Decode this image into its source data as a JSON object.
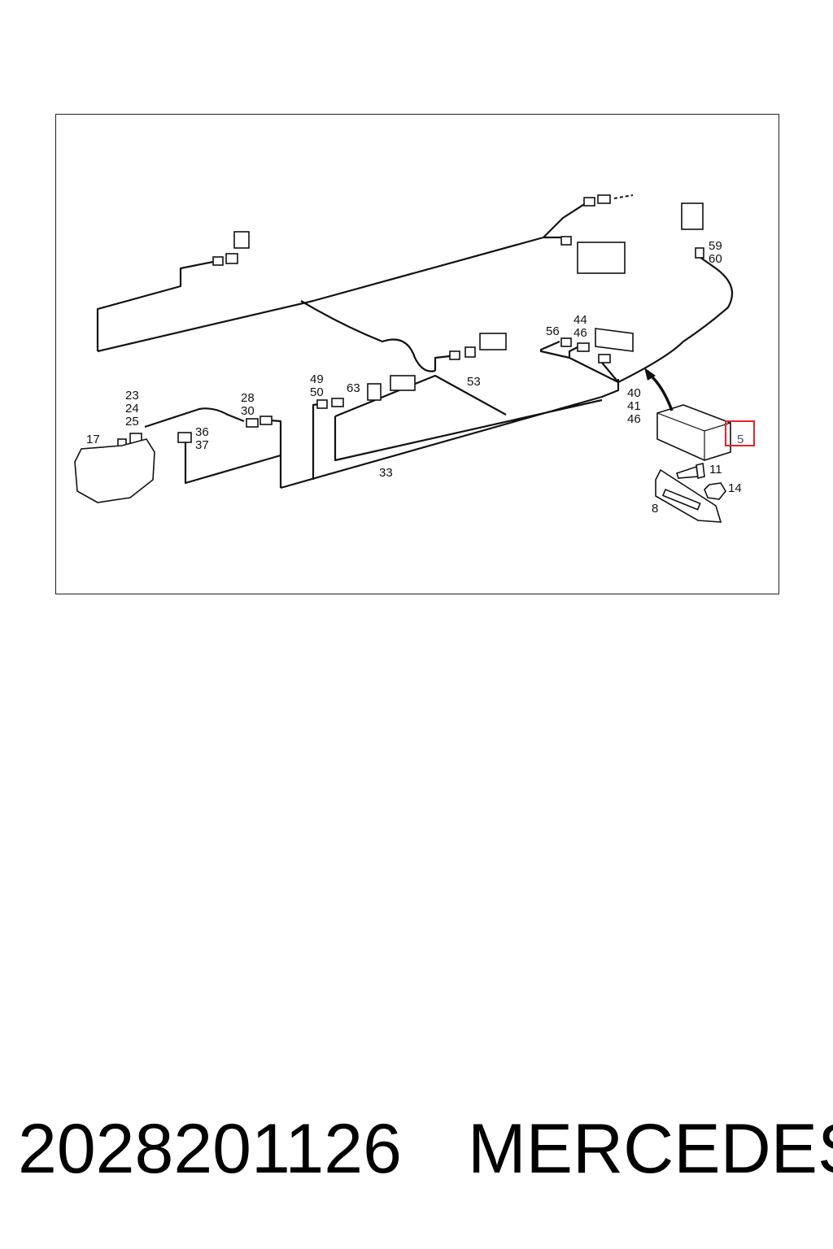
{
  "diagram": {
    "labels": [
      "17",
      "23",
      "24",
      "25",
      "28",
      "30",
      "36",
      "37",
      "49",
      "50",
      "63",
      "53",
      "33",
      "56",
      "44",
      "46",
      "40",
      "41",
      "46",
      "59",
      "60",
      "5",
      "11",
      "14",
      "8"
    ],
    "highlighted_label": "5",
    "highlight_color": "#e0242c"
  },
  "footer": {
    "part_number": "2028201126",
    "brand": "MERCEDES"
  }
}
